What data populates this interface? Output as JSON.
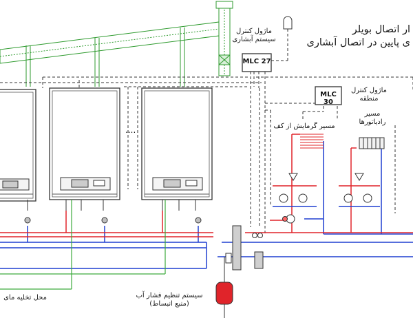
{
  "title": {
    "line1": "ار اتصال بویلر",
    "line2": "ی پایین در اتصال آبشاری"
  },
  "cascade_module": {
    "label_line1": "ماژول کنترل",
    "label_line2": "سیستم آبشاری",
    "code": "MLC 27"
  },
  "zone_module": {
    "code": "MLC 30",
    "label_line1": "ماژول کنترل",
    "label_line2": "منطقه"
  },
  "circuits": {
    "floor_heating": "مسیر گرمایش از کف",
    "radiators_line1": "مسیر",
    "radiators_line2": "رادیاتورها"
  },
  "ellipsis": "....",
  "drain_label": "محل تخلیه مای",
  "pressure_system": {
    "line1": "سیستم تنظیم فشار آب",
    "line2": "(منبع انبساط)"
  },
  "pipe_colors": {
    "supply": "#e0242a",
    "return": "#1f3fd1",
    "drain": "#3dab3d",
    "control": "#333333"
  }
}
